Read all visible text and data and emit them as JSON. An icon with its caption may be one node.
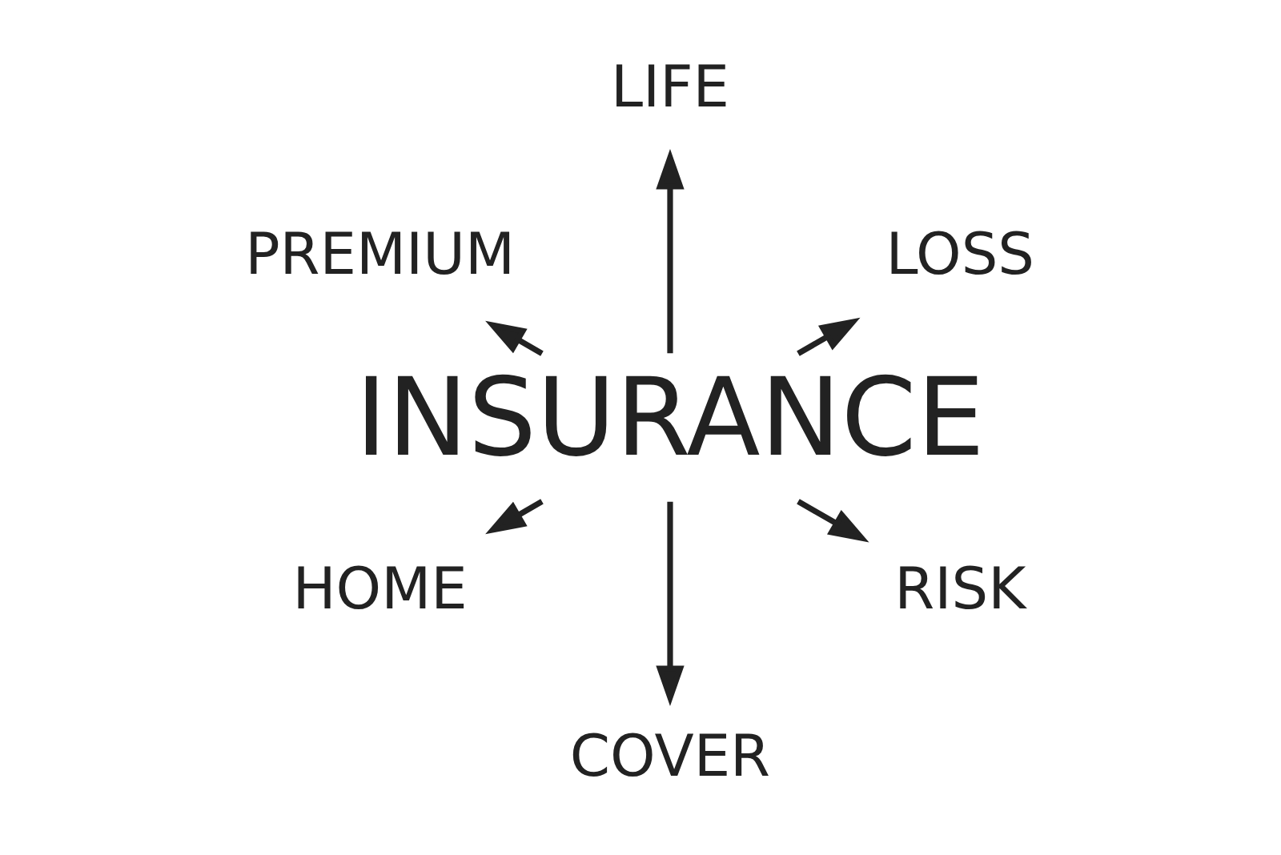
{
  "diagram": {
    "nodes": [
      {
        "text": [
          "PREMIUM"
        ]
      },
      {
        "text": [
          "LIFE"
        ]
      },
      {
        "text": [
          "INSURANCE"
        ]
      },
      {
        "text": [
          "LOSS"
        ]
      },
      {
        "text": [
          "HOME"
        ]
      },
      {
        "text": [
          "COVER"
        ]
      },
      {
        "text": [
          "RISK"
        ]
      }
    ],
    "edges": [
      {
        "from": 2,
        "to": 0,
        "arrow": "to"
      },
      {
        "from": 2,
        "to": 1,
        "arrow": "to"
      },
      {
        "from": 2,
        "to": 3,
        "arrow": "to"
      },
      {
        "from": 2,
        "to": 4,
        "arrow": "to"
      },
      {
        "from": 2,
        "to": 5,
        "arrow": "to"
      },
      {
        "from": 2,
        "to": 6,
        "arrow": "to"
      }
    ]
  }
}
